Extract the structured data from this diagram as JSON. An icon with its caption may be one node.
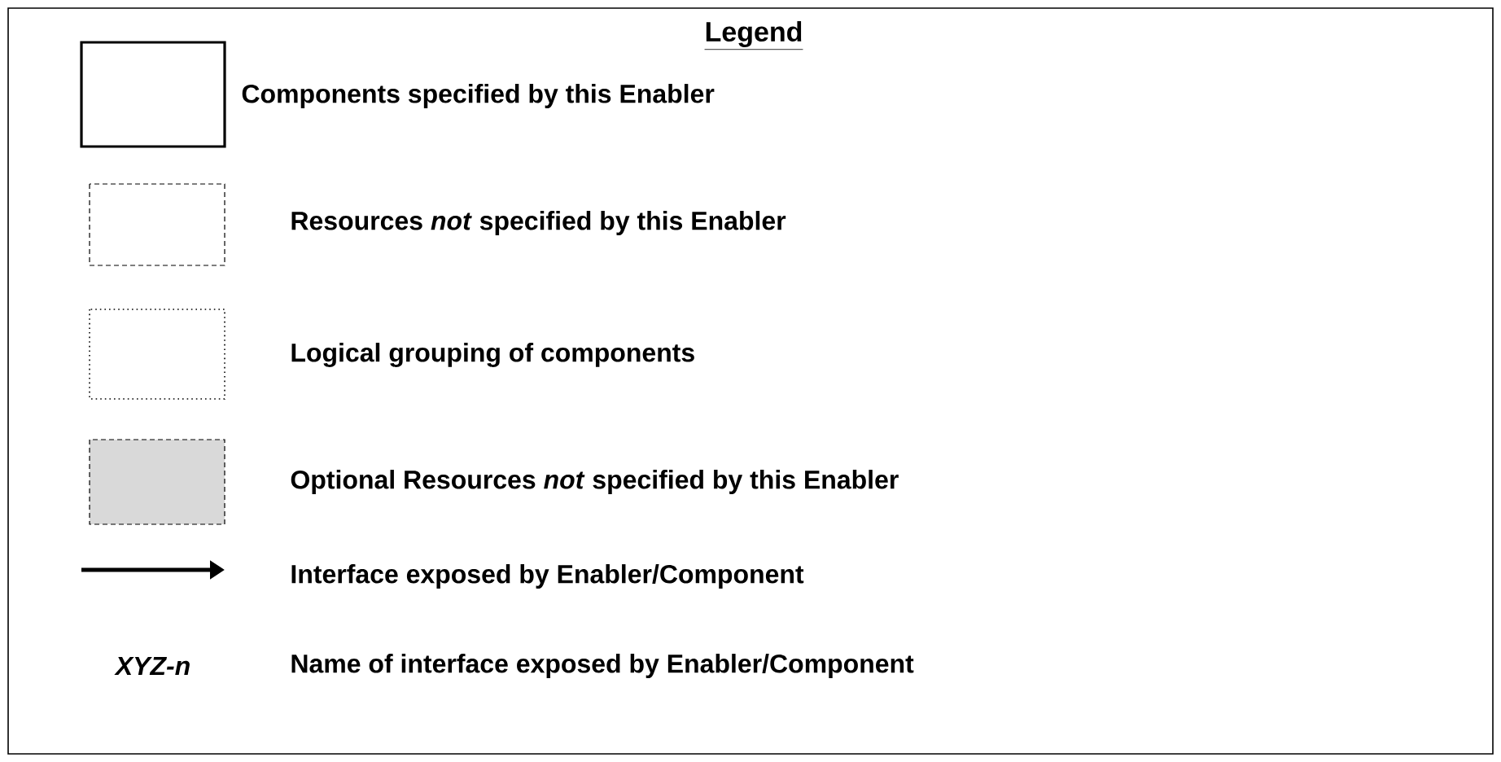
{
  "diagram": {
    "title": "Legend",
    "legend": [
      {
        "text": "Components specified by this Enabler"
      },
      {
        "text": "Resources *not* specified by this Enabler"
      },
      {
        "text": "Logical grouping of components"
      },
      {
        "text": "Optional Resources *not* specified by this Enabler",
        "color": "#d9d9d9"
      },
      {
        "text": "Interface exposed by Enabler/Component"
      },
      {
        "text": "Name of interface exposed by Enabler/Component"
      }
    ],
    "labels": [
      "XYZ-n"
    ]
  }
}
